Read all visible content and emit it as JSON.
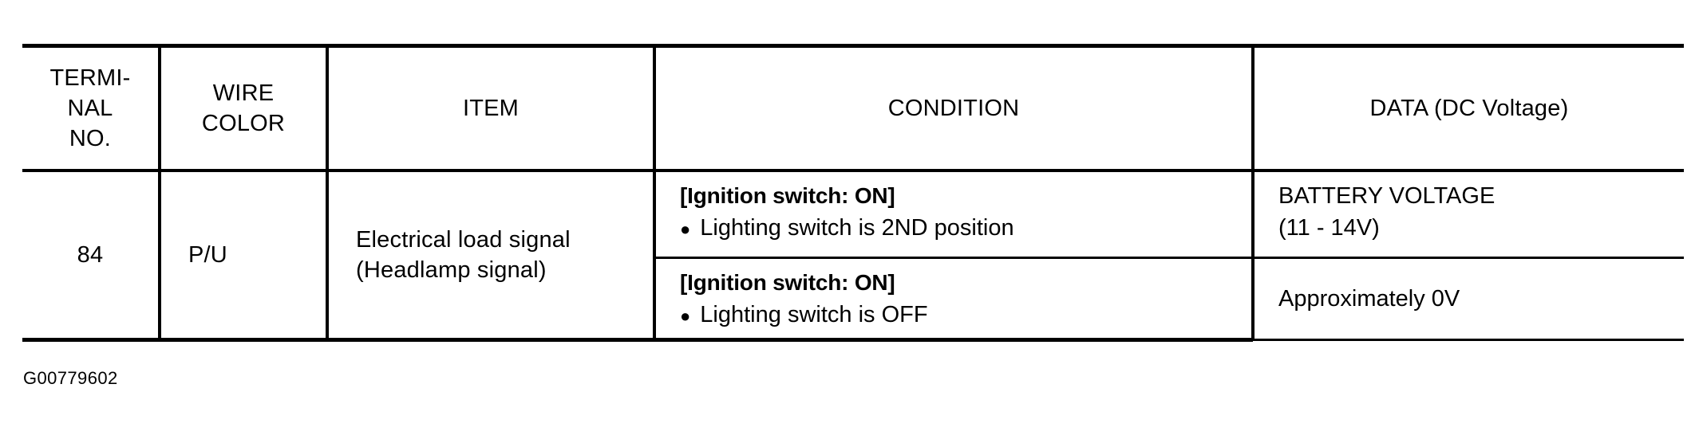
{
  "table": {
    "headers": [
      {
        "id": "terminal-no",
        "label": "TERMI-\nNAL\nNO."
      },
      {
        "id": "wire-color",
        "label": "WIRE\nCOLOR"
      },
      {
        "id": "item",
        "label": "ITEM"
      },
      {
        "id": "condition",
        "label": "CONDITION"
      },
      {
        "id": "data",
        "label": "DATA (DC Voltage)"
      }
    ],
    "row": {
      "terminal_no": "84",
      "wire_color": "P/U",
      "item": "Electrical load signal\n(Headlamp signal)",
      "entries": [
        {
          "condition_title": "[Ignition switch: ON]",
          "condition_bullet": "Lighting switch is 2ND position",
          "bullet_glyph": "●",
          "data": "BATTERY VOLTAGE\n(11 - 14V)"
        },
        {
          "condition_title": "[Ignition switch: ON]",
          "condition_bullet": "Lighting switch is OFF",
          "bullet_glyph": "●",
          "data": "Approximately 0V"
        }
      ]
    }
  },
  "caption": "G00779602",
  "colors": {
    "rule": "#000000",
    "text": "#000000",
    "background": "#ffffff"
  }
}
